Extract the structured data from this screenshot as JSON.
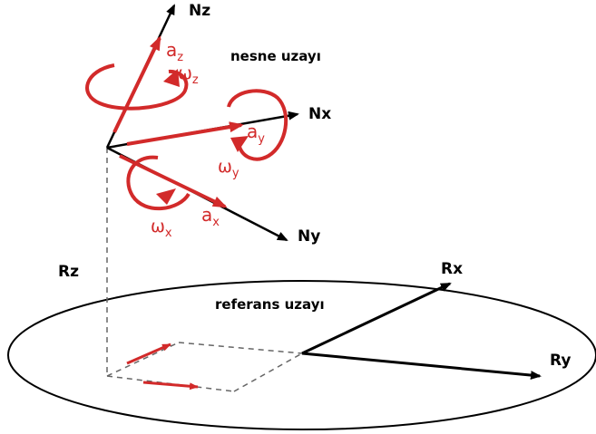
{
  "diagram": {
    "object_space_label": "nesne uzayı",
    "reference_space_label": "referans uzayı",
    "object_axes": {
      "z": "Nz",
      "x": "Nx",
      "y": "Ny"
    },
    "reference_axes": {
      "x": "Rx",
      "y": "Ry",
      "z": "Rz"
    },
    "accelerations": {
      "z": {
        "base": "a",
        "sub": "z"
      },
      "y": {
        "base": "a",
        "sub": "y"
      },
      "x": {
        "base": "a",
        "sub": "x"
      }
    },
    "angular_velocities": {
      "z": {
        "base": "ω",
        "sub": "z"
      },
      "y": {
        "base": "ω",
        "sub": "y"
      },
      "x": {
        "base": "ω",
        "sub": "x"
      }
    },
    "colors": {
      "vector_red": "#d22a2a",
      "axis_black": "#000000",
      "dashed_grey": "#777777"
    }
  }
}
